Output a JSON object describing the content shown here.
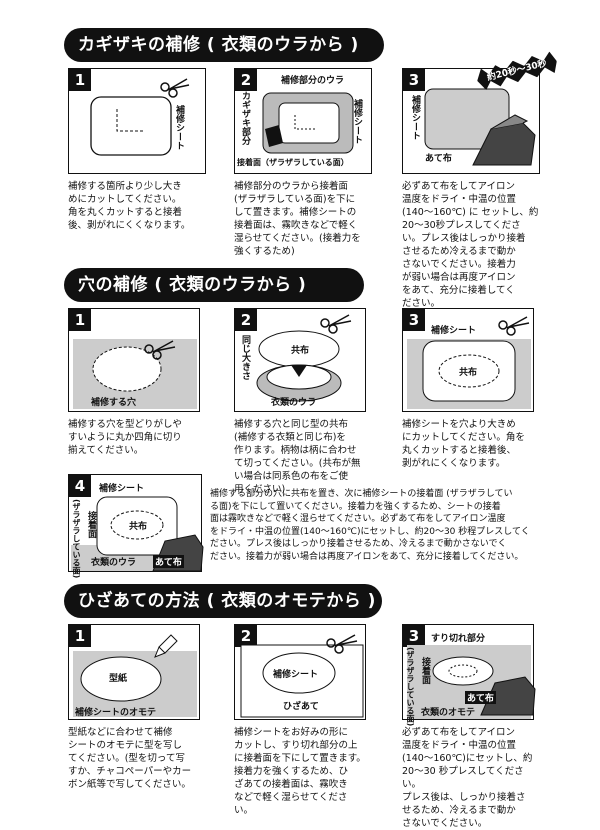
{
  "sections": {
    "tear": {
      "title": "カギザキの補修 ( 衣類のウラから )",
      "steps": [
        {
          "num": "1",
          "labels": {
            "sheet": "補修シート"
          },
          "caption": "補修する箇所より少し大き\nめにカットしてください。\n角を丸くカットすると接着\n後、剥がれにくくなります。"
        },
        {
          "num": "2",
          "labels": {
            "back": "補修部分のウラ",
            "tear": "カギザキ部分",
            "sheet": "補修シート",
            "adhesive": "接着面（ザラザラしている面）"
          },
          "caption": "補修部分のウラから接着面\n(ザラザラしている面)を下に\nして置きます。補修シートの\n接着面は、霧吹きなどで軽く\n湿らせてください。(接着力を\n強くするため)"
        },
        {
          "num": "3",
          "labels": {
            "sheet": "補修シート",
            "cloth": "あて布"
          },
          "badge": "約20秒～30秒",
          "caption": "必ずあて布をしてアイロン\n温度をドライ・中温の位置\n(140～160℃) に セットし、約\n20～30秒プレスしてくださ\nい。プレス後はしっかり接着\nさせるため冷えるまで動か\nさないでください。接着力\nが弱い場合は再度アイロン\nをあて、充分に接着してく\nださい。"
        }
      ]
    },
    "hole": {
      "title": "穴の補修 ( 衣類のウラから )",
      "steps": [
        {
          "num": "1",
          "labels": {
            "hole": "補修する穴"
          },
          "caption": "補修する穴を型どりがしや\nすいように丸か四角に切り\n揃えてください。"
        },
        {
          "num": "2",
          "labels": {
            "same": "同じ大きさ",
            "cloth": "共布",
            "back": "衣類のウラ"
          },
          "caption": "補修する穴と同じ型の共布\n(補修する衣類と同じ布)を\n作ります。柄物は柄に合わせ\nて切ってください。(共布が無\nい場合は同系色の布をご使\n用ください)"
        },
        {
          "num": "3",
          "labels": {
            "sheet": "補修シート",
            "cloth": "共布"
          },
          "caption": "補修シートを穴より大きめ\nにカットしてください。角を\n丸くカットすると接着後、\n剥がれにくくなります。"
        },
        {
          "num": "4",
          "labels": {
            "sheet": "補修シート",
            "rough": "(ザラザラしている面)",
            "adhesive": "接着面",
            "cloth": "共布",
            "back": "衣類のウラ",
            "press": "あて布"
          },
          "caption": "補修する部分の穴に共布を置き、次に補修シートの接着面 (ザラザラしてい\nる面)を下にして置いてください。接着力を強くするため、シートの接着\n面は霧吹きなどで軽く湿らせてください。必ずあて布をしてアイロン温度\nをドライ・中温の位置(140～160℃)にセットし、約20～30 秒程プレスしてく\nださい。プレス後はしっかり接着させるため、冷えるまで動かさないでく\nださい。接着力が弱い場合は再度アイロンをあて、充分に接着してください。"
        }
      ]
    },
    "knee": {
      "title": "ひざあての方法 ( 衣類のオモテから )",
      "steps": [
        {
          "num": "1",
          "labels": {
            "paper": "型紙",
            "front": "補修シートのオモテ"
          },
          "caption": "型紙などに合わせて補修\nシートのオモテに型を写し\nてください。(型を切って写\nすか、チャコペーパーやカー\nボン紙等で写してください。"
        },
        {
          "num": "2",
          "labels": {
            "sheet": "補修シート",
            "knee": "ひざあて"
          },
          "caption": "補修シートをお好みの形に\nカットし、すり切れ部分の上\nに接着面を下にして置きます。\n接着力を強くするため、ひ\nざあての接着面は、霧吹き\nなどで軽く湿らせてくださ\nい。"
        },
        {
          "num": "3",
          "labels": {
            "worn": "すり切れ部分",
            "rough": "(ザラザラしている面)",
            "adhesive": "接着面",
            "cloth": "あて布",
            "front": "衣類のオモテ"
          },
          "caption": "必ずあて布をしてアイロン\n温度をドライ・中温の位置\n(140～160℃)にセットし、約\n20～30 秒プレスしてください。\nプレス後は、しっかり接着さ\nせるため、冷えるまで動か\nさないでください。"
        }
      ]
    }
  }
}
